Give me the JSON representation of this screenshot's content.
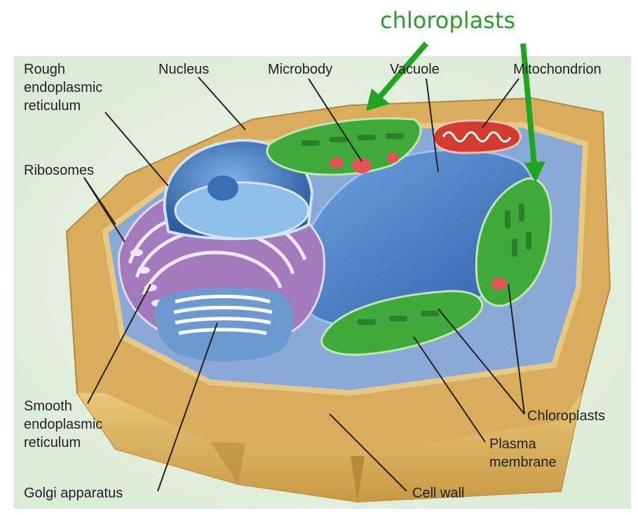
{
  "annotation": {
    "text": "chloroplasts",
    "color": "#2a9d2a"
  },
  "labels": {
    "rough_er": [
      "Rough",
      "endoplasmic",
      "reticulum"
    ],
    "nucleus": "Nucleus",
    "microbody": "Microbody",
    "vacuole": "Vacuole",
    "mitochondrion": "Mitochondrion",
    "ribosomes": "Ribosomes",
    "smooth_er": [
      "Smooth",
      "endoplasmic",
      "reticulum"
    ],
    "golgi": "Golgi apparatus",
    "chloroplasts": "Chloroplasts",
    "plasma_membrane": [
      "Plasma",
      "membrane"
    ],
    "cell_wall": "Cell wall"
  },
  "colors": {
    "background": "#e6f1e3",
    "cell_wall": "#e2b863",
    "cytoplasm": "#7f9ed0",
    "nucleus": "#4e80c4",
    "vacuole": "#4f86cf",
    "chloroplast": "#3fa93a",
    "mitochondrion": "#d23b2e",
    "er": "#9b6fb5",
    "leader_line": "#222222",
    "arrow": "#22a422"
  }
}
